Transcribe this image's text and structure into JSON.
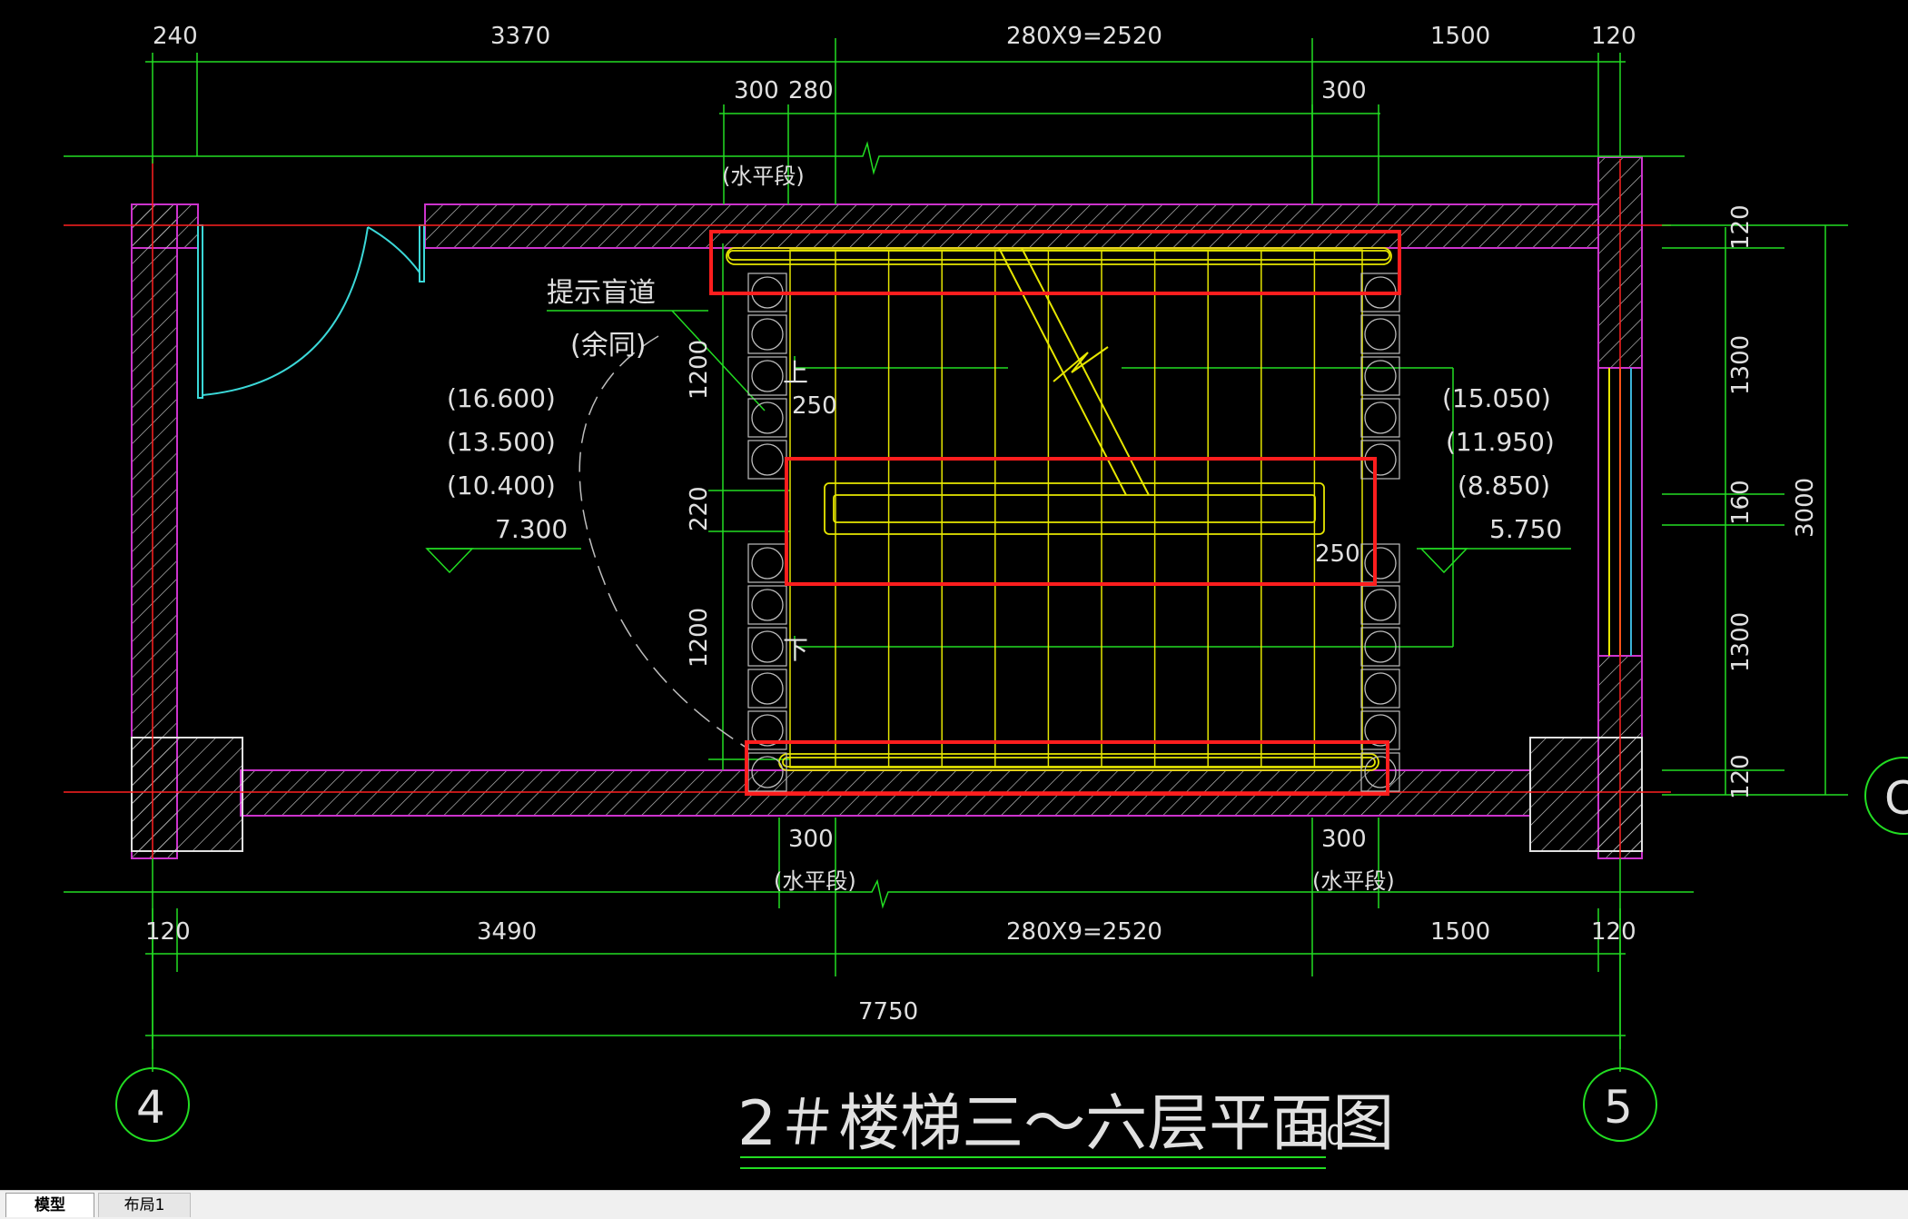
{
  "drawing": {
    "title_main": "2＃楼梯三～六层平面图",
    "title_scale": "1:50",
    "top_dims": {
      "d240": "240",
      "d3370": "3370",
      "d2520": "280X9=2520",
      "d1500": "1500",
      "d120": "120",
      "d300a": "300",
      "d280": "280",
      "d300b": "300"
    },
    "bottom_dims": {
      "d120a": "120",
      "d3490": "3490",
      "d2520": "280X9=2520",
      "d1500": "1500",
      "d120b": "120",
      "d300a": "300",
      "d300b": "300",
      "d7750": "7750"
    },
    "right_dims": {
      "d120a": "120",
      "d1300a": "1300",
      "d160": "160",
      "d1300b": "1300",
      "d120b": "120",
      "d3000": "3000"
    },
    "left_dims": {
      "d1200a": "1200",
      "d220": "220",
      "d1200b": "1200",
      "d250a": "250",
      "d250b": "250"
    },
    "labels": {
      "horizontal_top": "(水平段)",
      "horizontal_bottom_left": "(水平段)",
      "horizontal_bottom_right": "(水平段)",
      "tactile": "提示盲道",
      "tactile_same": "(余同)",
      "up": "上",
      "down": "下"
    },
    "left_levels": [
      "(16.600)",
      "(13.500)",
      "(10.400)",
      "7.300"
    ],
    "right_levels": [
      "(15.050)",
      "(11.950)",
      "(8.850)",
      "5.750"
    ],
    "axes": {
      "left": "4",
      "right": "5",
      "right_edge": "C"
    }
  },
  "tabs": [
    {
      "label": "模型",
      "active": true
    },
    {
      "label": "布局1",
      "active": false
    }
  ]
}
